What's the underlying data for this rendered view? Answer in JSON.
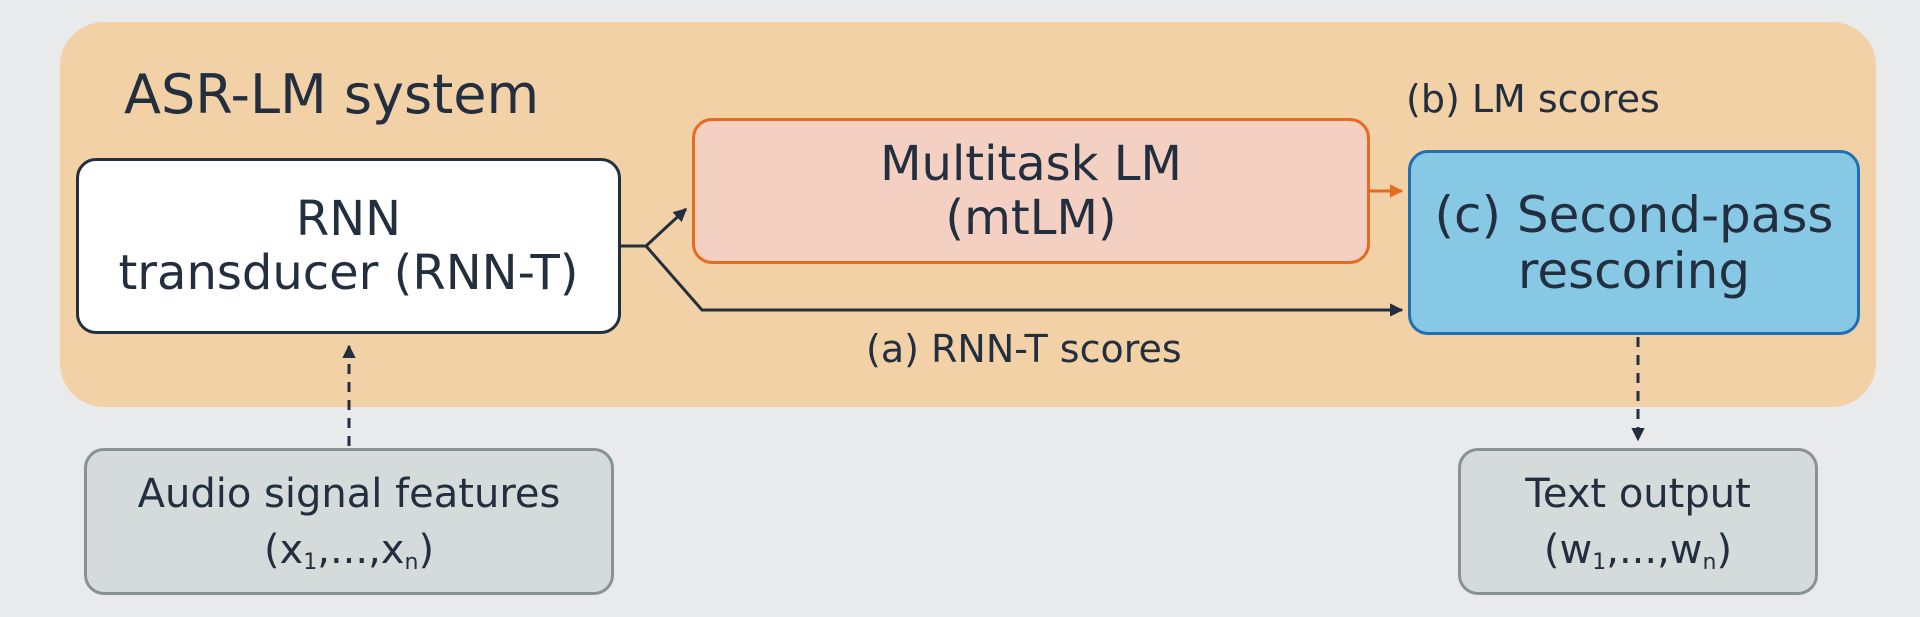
{
  "system_title": "ASR-LM system",
  "nodes": {
    "rnnt": {
      "line1": "RNN",
      "line2": "transducer (RNN-T)"
    },
    "mtlm": {
      "line1": "Multitask LM",
      "line2": "(mtLM)"
    },
    "rescoring": {
      "line1": "(c) Second-pass",
      "line2": "rescoring"
    },
    "audio": {
      "line1": "Audio signal features",
      "seq_open": "(x",
      "seq_sub1": "1",
      "seq_mid": ",...,x",
      "seq_subn": "n",
      "seq_close": ")"
    },
    "text_output": {
      "line1": "Text output",
      "seq_open": "(w",
      "seq_sub1": "1",
      "seq_mid": ",...,w",
      "seq_subn": "n",
      "seq_close": ")"
    }
  },
  "edge_labels": {
    "lm_scores": "(b) LM scores",
    "rnnt_scores": "(a) RNN-T scores"
  },
  "colors": {
    "background": "#e9eaec",
    "system_panel": "#f3d1a6",
    "dark": "#232f3e",
    "mtlm_fill": "#f3d0c2",
    "mtlm_border": "#e56b1f",
    "rescoring_fill": "#87c8e5",
    "rescoring_border": "#1f6fb1",
    "io_fill": "#d5dadb",
    "io_border": "#879196"
  }
}
